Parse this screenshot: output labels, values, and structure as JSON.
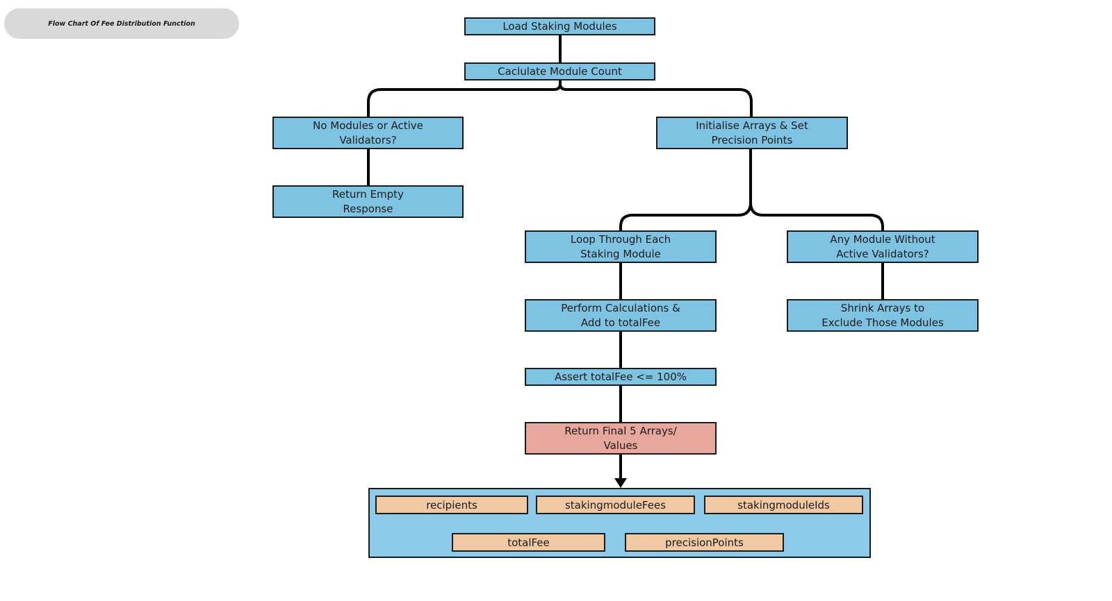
{
  "title": "Flow Chart Of Fee Distribution Function",
  "nodes": {
    "load_modules": "Load Staking Modules",
    "count_modules": "Caclulate Module Count",
    "no_modules": "No Modules or Active\nValidators?",
    "return_empty": "Return Empty\nResponse",
    "init_arrays": "Initialise Arrays & Set\nPrecision Points",
    "loop_modules": "Loop Through Each\nStaking Module",
    "perform_calc": "Perform Calculations &\nAdd to totalFee",
    "assert_fee": "Assert totalFee <= 100%",
    "return_final": "Return Final 5 Arrays/\nValues",
    "any_module_without": "Any Module Without\nActive Validators?",
    "shrink_arrays": "Shrink Arrays to\nExclude Those Modules"
  },
  "outputs": [
    "recipients",
    "stakingmoduleFees",
    "stakingmoduleIds",
    "totalFee",
    "precisionPoints"
  ],
  "colors": {
    "node_blue": "#7fc3e3",
    "node_red": "#e8a79c",
    "output_panel": "#8ecbea",
    "output_chip": "#f0c8a1",
    "connector": "#000000"
  }
}
